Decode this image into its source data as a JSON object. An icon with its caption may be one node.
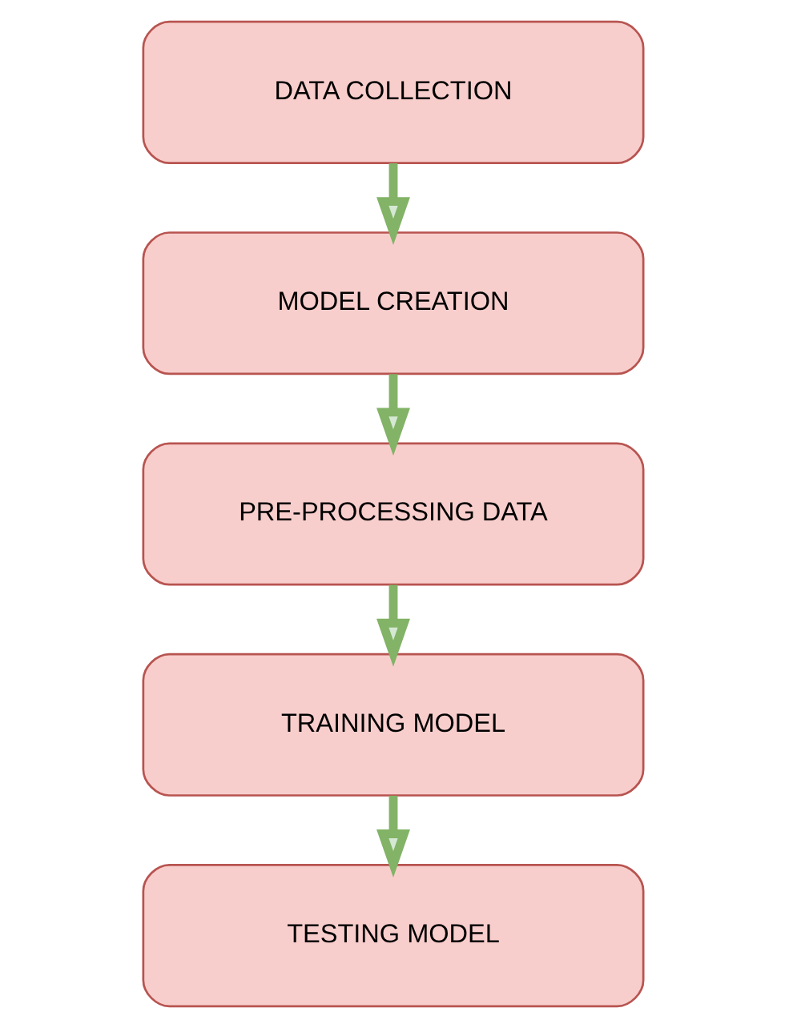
{
  "diagram": {
    "nodes": [
      {
        "text": [
          "DATA COLLECTION"
        ]
      },
      {
        "text": [
          "MODEL CREATION"
        ]
      },
      {
        "text": [
          "PRE-PROCESSING DATA"
        ]
      },
      {
        "text": [
          "TRAINING MODEL"
        ]
      },
      {
        "text": [
          "TESTING MODEL"
        ]
      }
    ],
    "edges": [
      {
        "from": 0,
        "to": 1,
        "arrow": "to"
      },
      {
        "from": 1,
        "to": 2,
        "arrow": "to"
      },
      {
        "from": 2,
        "to": 3,
        "arrow": "to"
      },
      {
        "from": 3,
        "to": 4,
        "arrow": "to"
      }
    ]
  }
}
